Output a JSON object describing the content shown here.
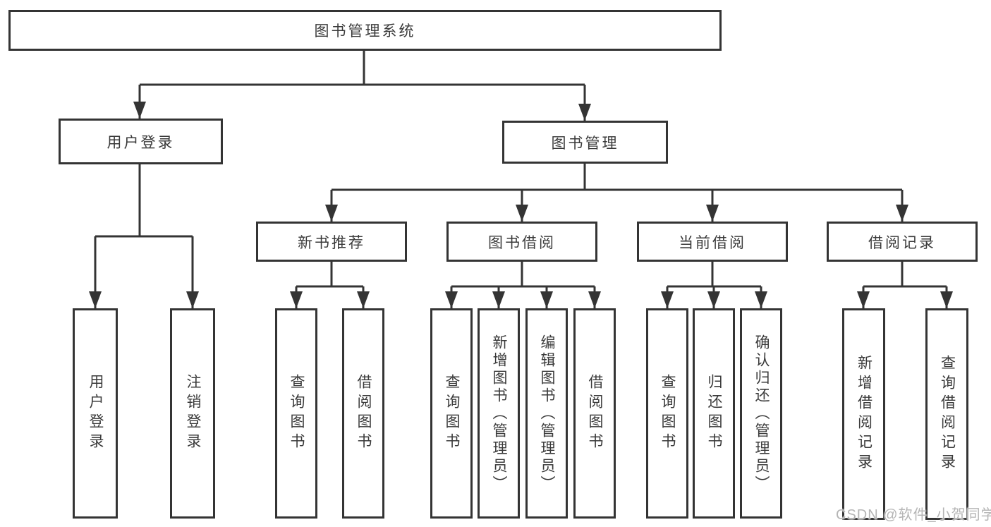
{
  "tree": {
    "root": "图书管理系统",
    "level2": [
      {
        "id": "user-login",
        "label": "用户登录",
        "leaves": [
          "用户登录",
          "注销登录"
        ]
      },
      {
        "id": "book-management",
        "label": "图书管理"
      }
    ],
    "level3": [
      {
        "id": "new-book-recommendation",
        "label": "新书推荐",
        "leaves": [
          "查询图书",
          "借阅图书"
        ]
      },
      {
        "id": "book-borrowing",
        "label": "图书借阅",
        "leaves": [
          "查询图书",
          "新增图书（管理员）",
          "编辑图书（管理员）",
          "借阅图书"
        ]
      },
      {
        "id": "current-borrowing",
        "label": "当前借阅",
        "leaves": [
          "查询图书",
          "归还图书",
          "确认归还（管理员）"
        ]
      },
      {
        "id": "borrowing-records",
        "label": "借阅记录",
        "leaves": [
          "新增借阅记录",
          "查询借阅记录"
        ]
      }
    ]
  },
  "watermark": {
    "text": "CSDN @软件_小贺同学"
  },
  "colors": {
    "line": "#343434",
    "text": "#3a3a3a",
    "watermark": "#b5b5b5",
    "background": "#ffffff"
  }
}
